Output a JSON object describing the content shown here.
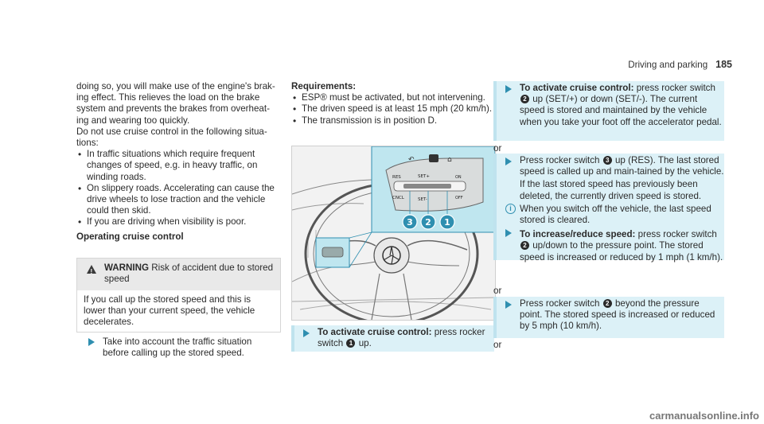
{
  "header": {
    "section": "Driving and parking",
    "page": "185"
  },
  "col1": {
    "para1": "doing so, you will make use of the engine's brak-ing effect. This relieves the load on the brake system and prevents the brakes from overheat-ing and wearing too quickly.",
    "para2": "Do not use cruise control in the following situa-tions:",
    "bullets": [
      "In traffic situations which require frequent changes of speed, e.g. in heavy traffic, on winding roads.",
      "On slippery roads. Accelerating can cause the drive wheels to lose traction and the vehicle could then skid.",
      "If you are driving when visibility is poor."
    ],
    "heading": "Operating cruise control"
  },
  "warning": {
    "label": "WARNING",
    "title": "Risk of accident due to stored speed",
    "body": "If you call up the stored speed and this is lower than your current speed, the vehicle decelerates.",
    "step": "Take into account the traffic situation before calling up the stored speed."
  },
  "col2": {
    "req_title": "Requirements:",
    "req": [
      "ESP® must be activated, but not intervening.",
      "The driven speed is at least 15 mph (20 km/h).",
      "The transmission is in position D."
    ],
    "fig_labels": {
      "res": "RES",
      "set_plus": "SET+",
      "cncl": "CNCL",
      "set_minus": "SET-",
      "on": "ON",
      "off": "OFF",
      "c3": "3",
      "c2": "2",
      "c1": "1"
    },
    "step_bold": "To activate cruise control:",
    "step_text_a": "press rocker switch",
    "step_num": "1",
    "step_text_b": "up."
  },
  "col3": {
    "s1_bold": "To activate cruise control:",
    "s1_a": "press rocker switch",
    "s1_num": "2",
    "s1_b": "up (SET/+) or down (SET/-). The current speed is stored and maintained by the vehicle when you take your foot off the accelerator pedal.",
    "or1": "or",
    "s2_a": "Press rocker switch",
    "s2_num": "3",
    "s2_b": "up (RES). The last stored speed is called up and main-tained by the vehicle.",
    "s2_c": "If the last stored speed has previously been deleted, the currently driven speed is stored.",
    "note": "When you switch off the vehicle, the last speed stored is cleared.",
    "s3_bold": "To increase/reduce speed:",
    "s3_a": "press rocker switch",
    "s3_num": "2",
    "s3_b": "up/down to the pressure point. The stored speed is increased or reduced by 1 mph (1 km/h).",
    "or2": "or",
    "s4_a": "Press rocker switch",
    "s4_num": "2",
    "s4_b": "beyond the pressure point. The stored speed is increased or reduced by 5 mph (10 km/h).",
    "or3": "or"
  },
  "footer": {
    "site": "carmanualsonline.info"
  }
}
